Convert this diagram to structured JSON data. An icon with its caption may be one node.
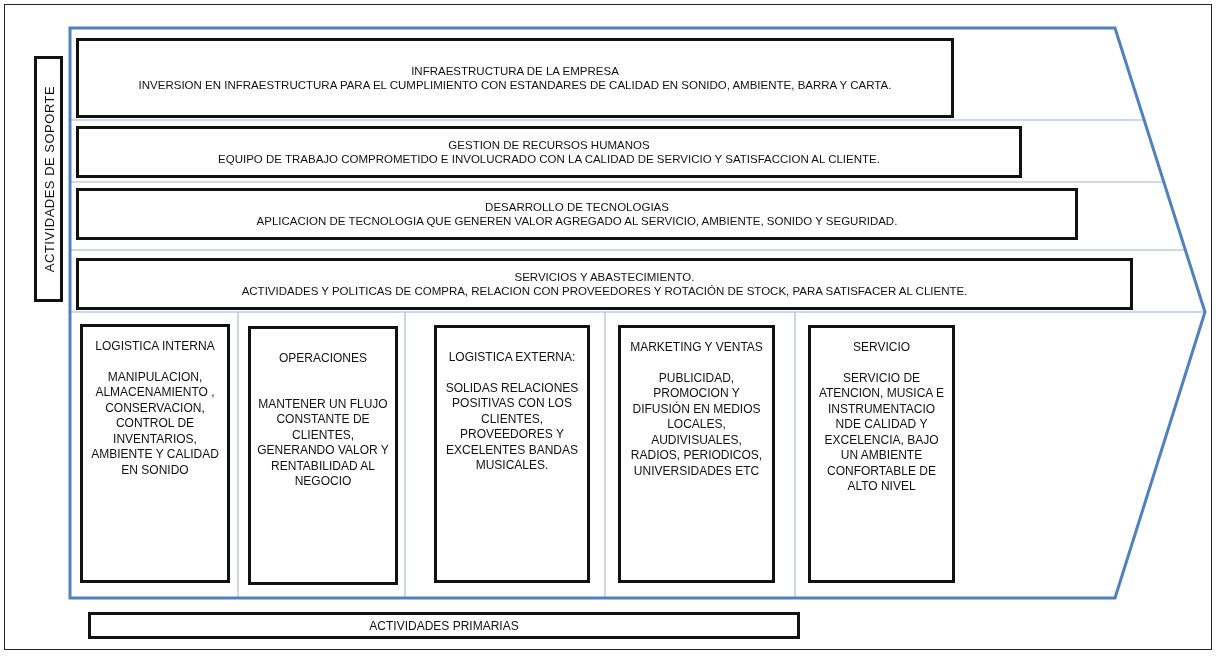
{
  "diagram": {
    "nodes": [
      {
        "text": [
          "ACTIVIDADES DE SOPORTE"
        ]
      },
      {
        "text": [
          "INFRAESTRUCTURA DE LA EMPRESA",
          "INVERSION EN INFRAESTRUCTURA PARA EL CUMPLIMIENTO CON ESTANDARES DE CALIDAD EN SONIDO, AMBIENTE, BARRA Y CARTA."
        ]
      },
      {
        "text": [
          "GESTION DE RECURSOS HUMANOS",
          "EQUIPO DE TRABAJO COMPROMETIDO E INVOLUCRADO CON LA CALIDAD DE SERVICIO Y SATISFACCION AL CLIENTE."
        ]
      },
      {
        "text": [
          "DESARROLLO DE TECNOLOGIAS",
          "APLICACION DE TECNOLOGIA QUE GENEREN VALOR AGREGADO AL SERVICIO, AMBIENTE, SONIDO Y SEGURIDAD."
        ]
      },
      {
        "text": [
          "SERVICIOS Y ABASTECIMIENTO.",
          "ACTIVIDADES Y POLITICAS DE COMPRA, RELACION CON PROVEEDORES Y ROTACIÓN DE STOCK, PARA SATISFACER AL CLIENTE."
        ]
      },
      {
        "text": [
          "LOGISTICA INTERNA",
          "MANIPULACION, ALMACENAMIENTO , CONSERVACION, CONTROL DE INVENTARIOS, AMBIENTE Y CALIDAD EN SONIDO"
        ]
      },
      {
        "text": [
          "OPERACIONES",
          "MANTENER UN FLUJO CONSTANTE DE CLIENTES, GENERANDO VALOR Y RENTABILIDAD AL NEGOCIO"
        ]
      },
      {
        "text": [
          "LOGISTICA EXTERNA:",
          "SOLIDAS RELACIONES POSITIVAS CON LOS CLIENTES, PROVEEDORES Y EXCELENTES BANDAS MUSICALES."
        ]
      },
      {
        "text": [
          "MARKETING Y VENTAS",
          "PUBLICIDAD, PROMOCION Y DIFUSIÓN EN MEDIOS LOCALES, AUDIVISUALES, RADIOS, PERIODICOS, UNIVERSIDADES ETC"
        ]
      },
      {
        "text": [
          "SERVICIO",
          "SERVICIO DE ATENCION, MUSICA E INSTRUMENTACIO NDE CALIDAD Y EXCELENCIA, BAJO UN AMBIENTE CONFORTABLE DE ALTO NIVEL"
        ]
      },
      {
        "text": [
          "ACTIVIDADES PRIMARIAS"
        ]
      }
    ]
  }
}
